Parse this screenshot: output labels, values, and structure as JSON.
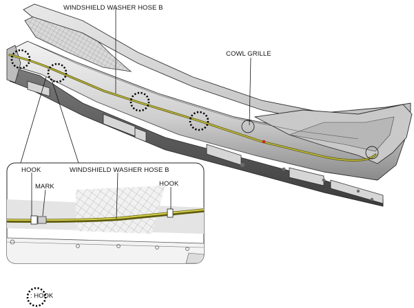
{
  "labels": {
    "hose_top": "WINDSHIELD WASHER HOSE B",
    "cowl_grille": "COWL GRILLE",
    "hook_left": "HOOK",
    "mark": "MARK",
    "hose_inset": "WINDSHIELD WASHER HOSE B",
    "hook_right": "HOOK"
  },
  "legend": {
    "text": ": HOOK",
    "symbol": "dotted-circle-icon"
  },
  "colors": {
    "hose": "#8d8a1a",
    "hose_highlight": "#d6d04a",
    "hook_marker": "#000000",
    "mark_accent": "#d01b1b"
  }
}
